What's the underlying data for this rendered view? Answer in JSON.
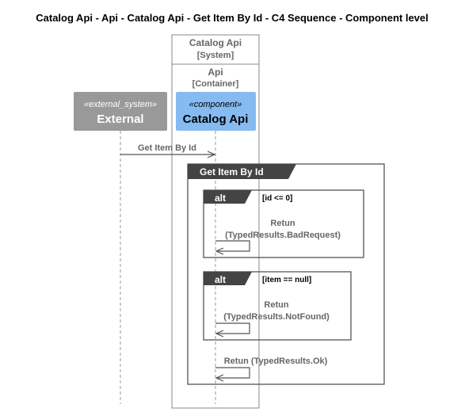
{
  "title": "Catalog Api - Api - Catalog Api - Get Item By Id - C4 Sequence - Component level",
  "boundary_system": {
    "name": "Catalog Api",
    "type": "[System]"
  },
  "boundary_container": {
    "name": "Api",
    "type": "[Container]"
  },
  "participants": {
    "external": {
      "stereotype": "«external_system»",
      "name": "External"
    },
    "catalog_api": {
      "stereotype": "«component»",
      "name": "Catalog Api"
    }
  },
  "messages": {
    "call": "Get Item By Id"
  },
  "group": {
    "label": "Get Item By Id"
  },
  "alt1": {
    "keyword": "alt",
    "condition": "[id <= 0]",
    "return_line1": "Retun",
    "return_line2": "(TypedResults.BadRequest)"
  },
  "alt2": {
    "keyword": "alt",
    "condition": "[item == null]",
    "return_line1": "Retun",
    "return_line2": "(TypedResults.NotFound)"
  },
  "final_return": "Retun (TypedResults.Ok)",
  "colors": {
    "external_box": "#999999",
    "component_box": "#85BBF0",
    "frame_tab": "#444444",
    "line": "#555555",
    "text": "#666666"
  }
}
